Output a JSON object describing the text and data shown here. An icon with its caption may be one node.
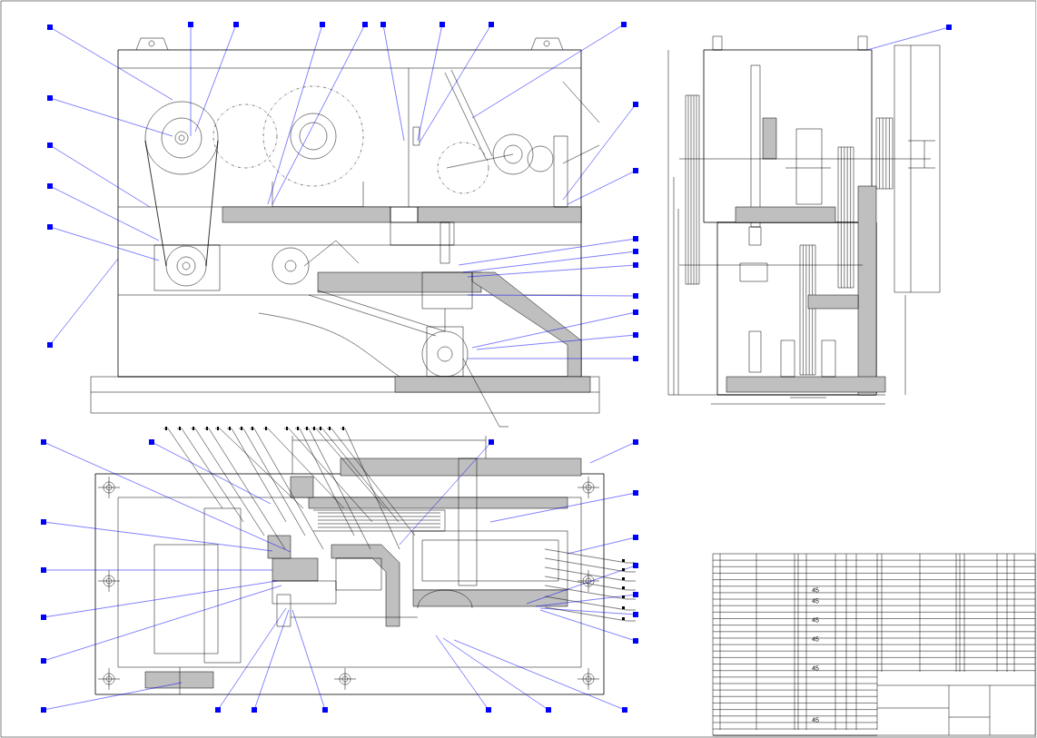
{
  "diagram": {
    "labels": [
      "45",
      "45",
      "45",
      "45",
      "45",
      "45"
    ]
  }
}
